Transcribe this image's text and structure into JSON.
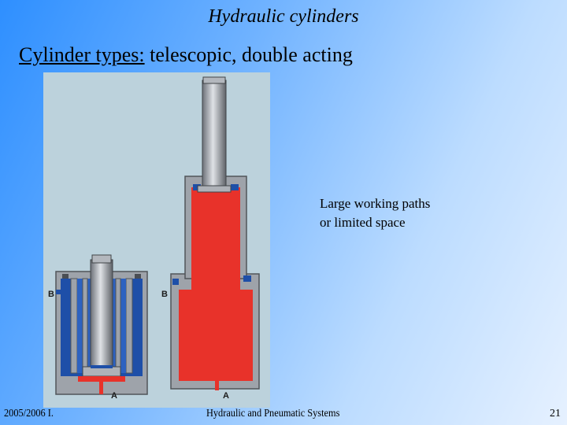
{
  "slide": {
    "title": "Hydraulic cylinders",
    "subtitle_label": "Cylinder types:",
    "subtitle_text": " telescopic, double acting",
    "caption_line1": "Large working paths",
    "caption_line2": "or limited space"
  },
  "figure": {
    "left_port_b": "B",
    "left_port_a": "A",
    "right_port_b": "B",
    "right_port_a": "A",
    "colors": {
      "fluid_red": "#e8322a",
      "fluid_blue": "#1e4fa8",
      "steel_gray": "#a9adb4",
      "background": "#bcd2dc"
    }
  },
  "footer": {
    "left": "2005/2006 I.",
    "center": "Hydraulic and Pneumatic Systems",
    "page_number": "21"
  }
}
